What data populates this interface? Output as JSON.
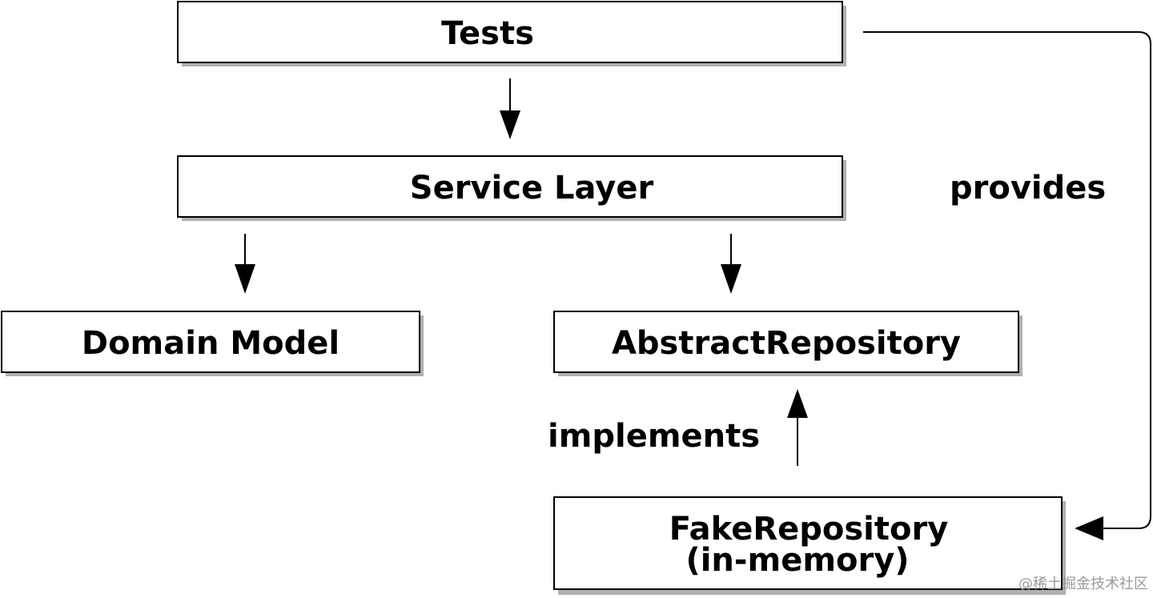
{
  "nodes": {
    "tests": {
      "label": "Tests"
    },
    "service_layer": {
      "label": "Service Layer"
    },
    "domain_model": {
      "label": "Domain Model"
    },
    "abstract_repository": {
      "label": "AbstractRepository"
    },
    "fake_repository": {
      "label_line1": "FakeRepository",
      "label_line2": "(in-memory)"
    }
  },
  "edges": {
    "implements": {
      "label": "implements"
    },
    "provides": {
      "label": "provides"
    }
  },
  "watermark": "@稀土掘金技术社区",
  "colors": {
    "stroke": "#000000",
    "fill": "#ffffff",
    "shadow": "#b0b0b0"
  }
}
